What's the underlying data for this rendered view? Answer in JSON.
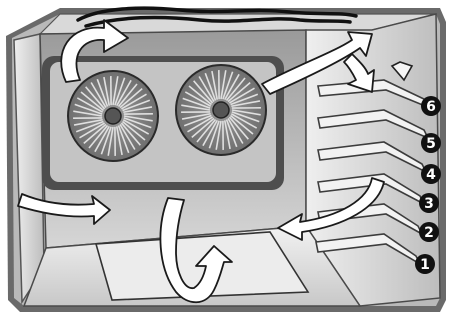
{
  "diagram": {
    "shelf_levels": [
      "1",
      "2",
      "3",
      "4",
      "5",
      "6"
    ],
    "colors": {
      "cavity_dark": "#5f5f5f",
      "cavity_mid": "#a9a9a9",
      "cavity_light": "#e6e6e6",
      "panel": "#c4c4c4",
      "fan": "#777777",
      "arrow_fill": "#ffffff",
      "badge": "#111111",
      "badge_text": "#ffffff"
    },
    "icons": {
      "fan": "fan-icon",
      "airflow": "airflow-arrow-icon",
      "lamp": "oven-lamp-icon"
    }
  }
}
